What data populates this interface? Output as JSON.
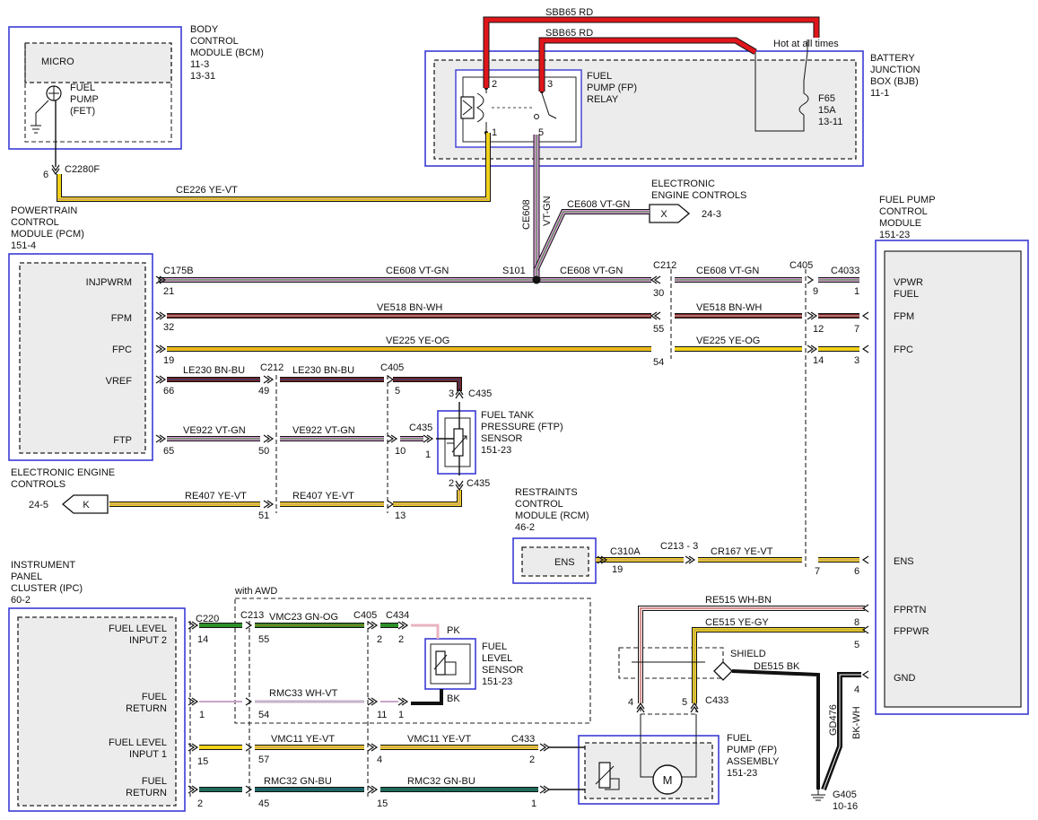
{
  "modules": {
    "bcm": {
      "name": [
        "BODY",
        "CONTROL",
        "MODULE (BCM)",
        "11-3",
        "13-31"
      ],
      "micro": "MICRO",
      "fet": [
        "FUEL",
        "PUMP",
        "(FET)"
      ]
    },
    "bjb": {
      "name": [
        "BATTERY",
        "JUNCTION",
        "BOX (BJB)",
        "11-1"
      ],
      "hot": "Hot at all times",
      "fuse": [
        "F65",
        "15A",
        "13-11"
      ],
      "relay": [
        "FUEL",
        "PUMP (FP)",
        "RELAY"
      ],
      "pins": [
        "2",
        "3",
        "1",
        "5"
      ]
    },
    "pcm": {
      "name": [
        "POWERTRAIN",
        "CONTROL",
        "MODULE (PCM)",
        "151-4"
      ],
      "pins": [
        "INJPWRM",
        "FPM",
        "FPC",
        "VREF",
        "FTP"
      ]
    },
    "fpcm": {
      "name": [
        "FUEL PUMP",
        "CONTROL",
        "MODULE",
        "151-23"
      ],
      "pins": [
        "VPWR",
        "FUEL",
        "FPM",
        "FPC",
        "ENS",
        "FPRTN",
        "FPPWR",
        "GND"
      ]
    },
    "ftp": {
      "name": [
        "FUEL TANK",
        "PRESSURE (FTP)",
        "SENSOR",
        "151-23"
      ]
    },
    "rcm": {
      "name": [
        "RESTRAINTS",
        "CONTROL",
        "MODULE (RCM)",
        "46-2"
      ],
      "pin": "ENS"
    },
    "ipc": {
      "name": [
        "INSTRUMENT",
        "PANEL",
        "CLUSTER (IPC)",
        "60-2"
      ],
      "pins": [
        "FUEL LEVEL",
        "INPUT 2",
        "FUEL",
        "RETURN",
        "FUEL LEVEL",
        "INPUT 1",
        "FUEL",
        "RETURN"
      ]
    },
    "fls": {
      "name": [
        "FUEL",
        "LEVEL",
        "SENSOR",
        "151-23"
      ],
      "pk": "PK",
      "bk": "BK"
    },
    "fpa": {
      "name": [
        "FUEL",
        "PUMP (FP)",
        "ASSEMBLY",
        "151-23"
      ],
      "motor": "M"
    },
    "eec1": {
      "name": [
        "ELECTRONIC",
        "ENGINE CONTROLS"
      ],
      "tag": "X",
      "ref": "24-3"
    },
    "eec2": {
      "name": [
        "ELECTRONIC ENGINE",
        "CONTROLS"
      ],
      "tag": "K",
      "ref": "24-5"
    }
  },
  "wires": {
    "sbb65a": "SBB65  RD",
    "sbb65b": "SBB65  RD",
    "ce226": "CE226  YE-VT",
    "ce608v": "CE608",
    "vtgnv": "VT-GN",
    "ce608x": "CE608  VT-GN",
    "ce608a": "CE608  VT-GN",
    "ce608b": "CE608  VT-GN",
    "ce608c": "CE608  VT-GN",
    "ve518a": "VE518  BN-WH",
    "ve518b": "VE518  BN-WH",
    "ve225a": "VE225  YE-OG",
    "ve225b": "VE225  YE-OG",
    "le230a": "LE230  BN-BU",
    "le230b": "LE230  BN-BU",
    "ve922a": "VE922  VT-GN",
    "ve922b": "VE922  VT-GN",
    "re407a": "RE407  YE-VT",
    "re407b": "RE407  YE-VT",
    "cr167": "CR167  YE-VT",
    "re515": "RE515  WH-BN",
    "ce515": "CE515  YE-GY",
    "de515": "DE515  BK",
    "shield": "SHIELD",
    "gd476": "GD476",
    "bkwh": "BK-WH",
    "vmc23": "VMC23  GN-OG",
    "rmc33": "RMC33  WH-VT",
    "vmc11a": "VMC11  YE-VT",
    "vmc11b": "VMC11  YE-VT",
    "rmc32a": "RMC32  GN-BU",
    "rmc32b": "RMC32  GN-BU",
    "withawd": "with AWD"
  },
  "connectors": {
    "c2280f": "C2280F",
    "c175b": "C175B",
    "s101": "S101",
    "c212a": "C212",
    "c405a": "C405",
    "c4033": "C4033",
    "c212b": "C212",
    "c405b": "C405",
    "c435a": "C435",
    "c435b": "C435",
    "c435c": "C435",
    "c310a": "C310A",
    "c213_3": "C213 - 3",
    "c220": "C220",
    "c213": "C213",
    "c405c": "C405",
    "c434": "C434",
    "c433a": "C433",
    "c433b": "C433",
    "g405": "G405",
    "g405ref": "10-16"
  },
  "pins": {
    "p6": "6",
    "p21": "21",
    "p30": "30",
    "p9": "9",
    "p1a": "1",
    "p32": "32",
    "p55": "55",
    "p12": "12",
    "p7a": "7",
    "p19": "19",
    "p54": "54",
    "p14a": "14",
    "p3a": "3",
    "p66": "66",
    "p49": "49",
    "p5a": "5",
    "p3b": "3",
    "p65": "65",
    "p50": "50",
    "p10": "10",
    "p1b": "1",
    "p2a": "2",
    "p51": "51",
    "p13": "13",
    "p19b": "19",
    "p7b": "7",
    "p6b": "6",
    "p8": "8",
    "p5b": "5",
    "p4a": "4",
    "p14b": "14",
    "p55b": "55",
    "p2b": "2",
    "p2c": "2",
    "p1c": "1",
    "p54b": "54",
    "p11": "11",
    "p1d": "1",
    "p15": "15",
    "p57": "57",
    "p4b": "4",
    "p2d": "2",
    "p2e": "2",
    "p45": "45",
    "p15b": "15",
    "p1e": "1",
    "p4c": "4",
    "p5c": "5"
  },
  "colors": {
    "red": "#e0161b",
    "yellow": "#f2d21a",
    "violet": "#d99ad6",
    "green": "#2e8f2a",
    "brown": "#7a1f1f",
    "blue": "#1f4f8f",
    "teal": "#1f6b5a",
    "pink": "#e8b4c0",
    "module": "#3b3bd6"
  }
}
